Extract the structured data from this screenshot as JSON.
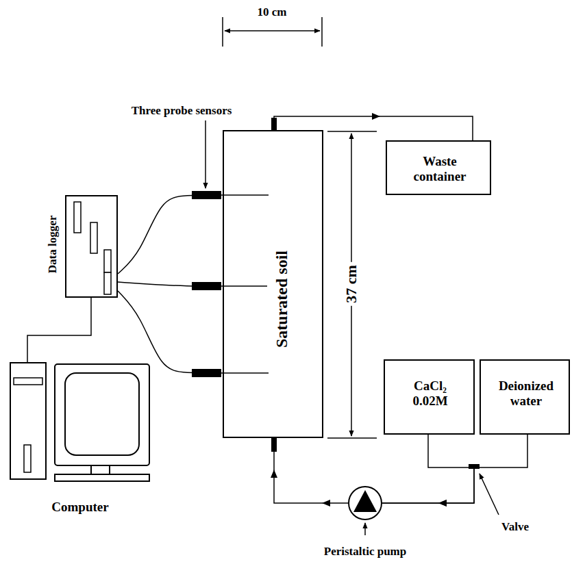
{
  "diagram": {
    "nodes": [
      {
        "text": [
          "Data logger"
        ]
      },
      {
        "text": [
          "Saturated soil"
        ]
      },
      {
        "text": [
          "Waste container"
        ]
      },
      {
        "text": [
          "CaCl₂ 0.02M"
        ]
      },
      {
        "text": [
          "Deionized water"
        ]
      },
      {
        "text": [
          "Computer"
        ]
      },
      {
        "text": [
          "Peristaltic pump"
        ]
      }
    ],
    "edges": [
      {
        "from": 1,
        "to": 2,
        "arrow": "to"
      },
      {
        "from": 3,
        "to": 6,
        "arrow": "to"
      },
      {
        "from": 4,
        "to": 6,
        "arrow": "to"
      },
      {
        "from": 6,
        "to": 1,
        "arrow": "to"
      },
      {
        "from": 0,
        "to": 5,
        "arrow": "none"
      },
      {
        "from": 0,
        "to": 1,
        "arrow": "none"
      },
      {
        "from": 0,
        "to": 1,
        "arrow": "none"
      },
      {
        "from": 0,
        "to": 1,
        "arrow": "none"
      }
    ],
    "labels": [
      "Three probe sensors",
      "10 cm",
      "37 cm",
      "Valve"
    ]
  }
}
